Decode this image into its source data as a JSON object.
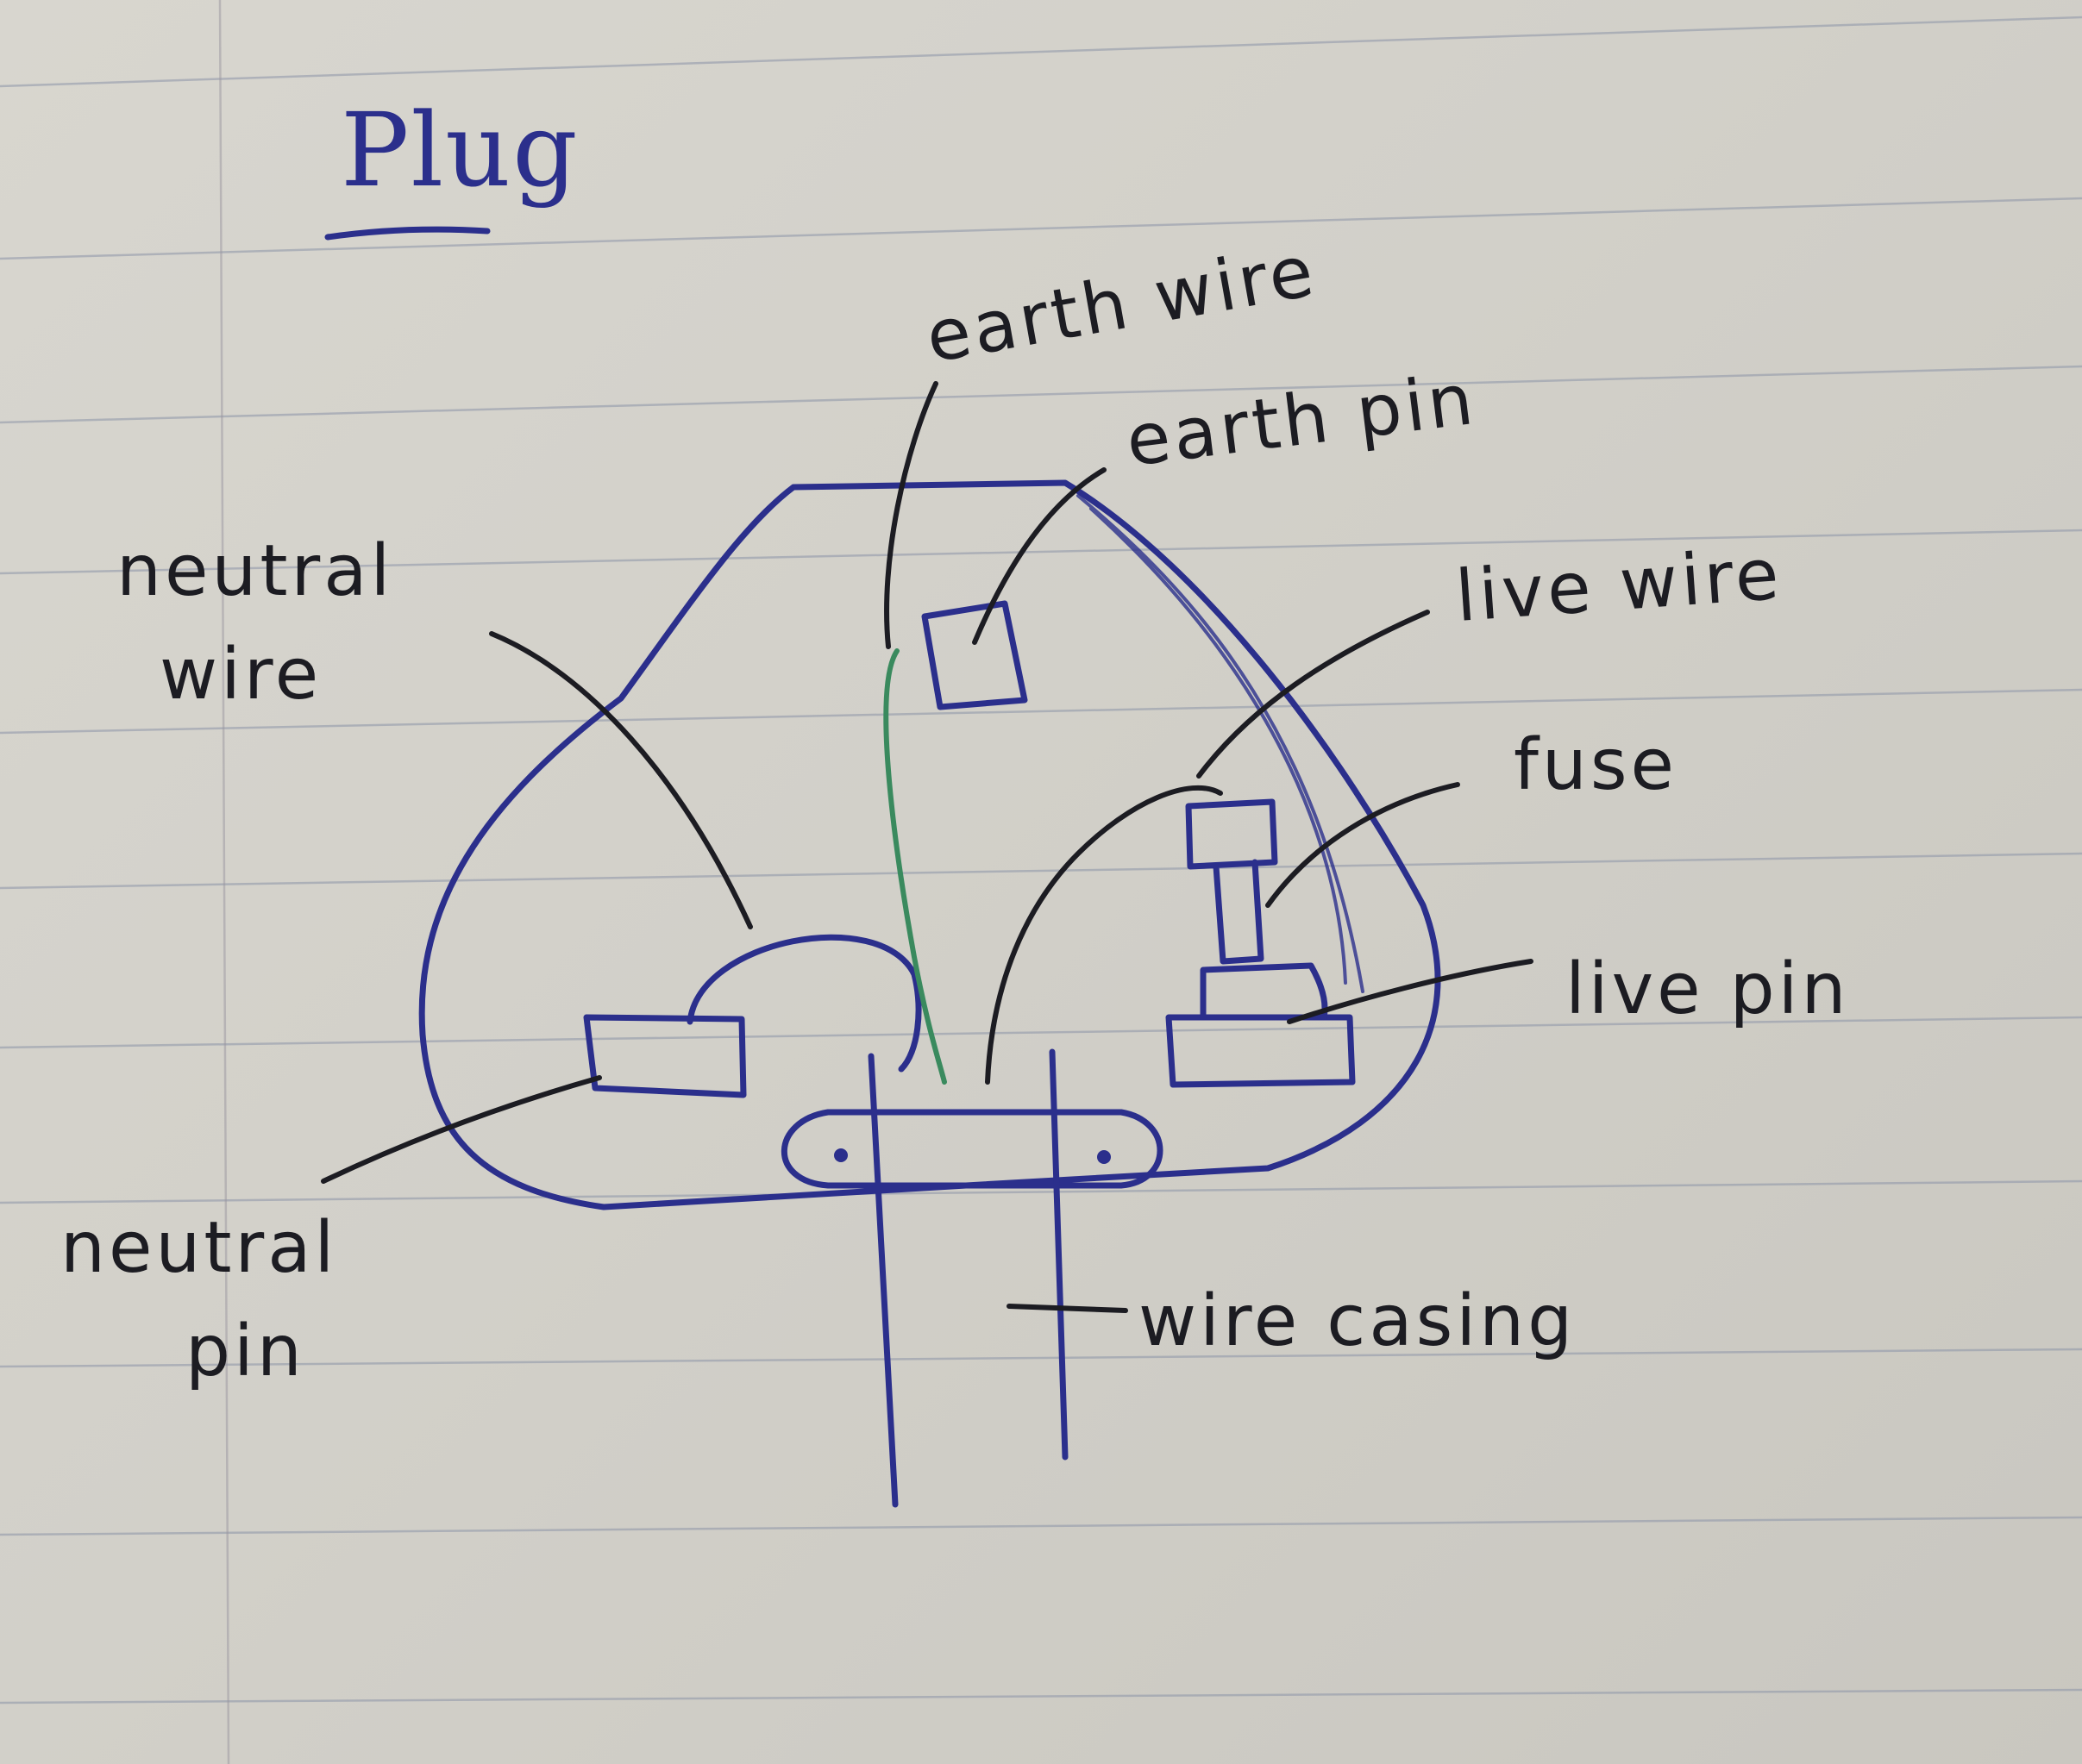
{
  "diagram": {
    "title": "Plug",
    "labels": {
      "earth_wire": "earth wire",
      "earth_pin": "earth pin",
      "neutral_wire_line1": "neutral",
      "neutral_wire_line2": "wire",
      "live_wire": "live wire",
      "fuse": "fuse",
      "live_pin": "live pin",
      "neutral_pin_line1": "neutral",
      "neutral_pin_line2": "pin",
      "wire_casing": "wire casing"
    },
    "colors": {
      "blue_ink": "#2b2f8c",
      "black_ink": "#1c1c22",
      "green_ink": "#3a8a5e",
      "paper": "#d4d2cb"
    }
  }
}
